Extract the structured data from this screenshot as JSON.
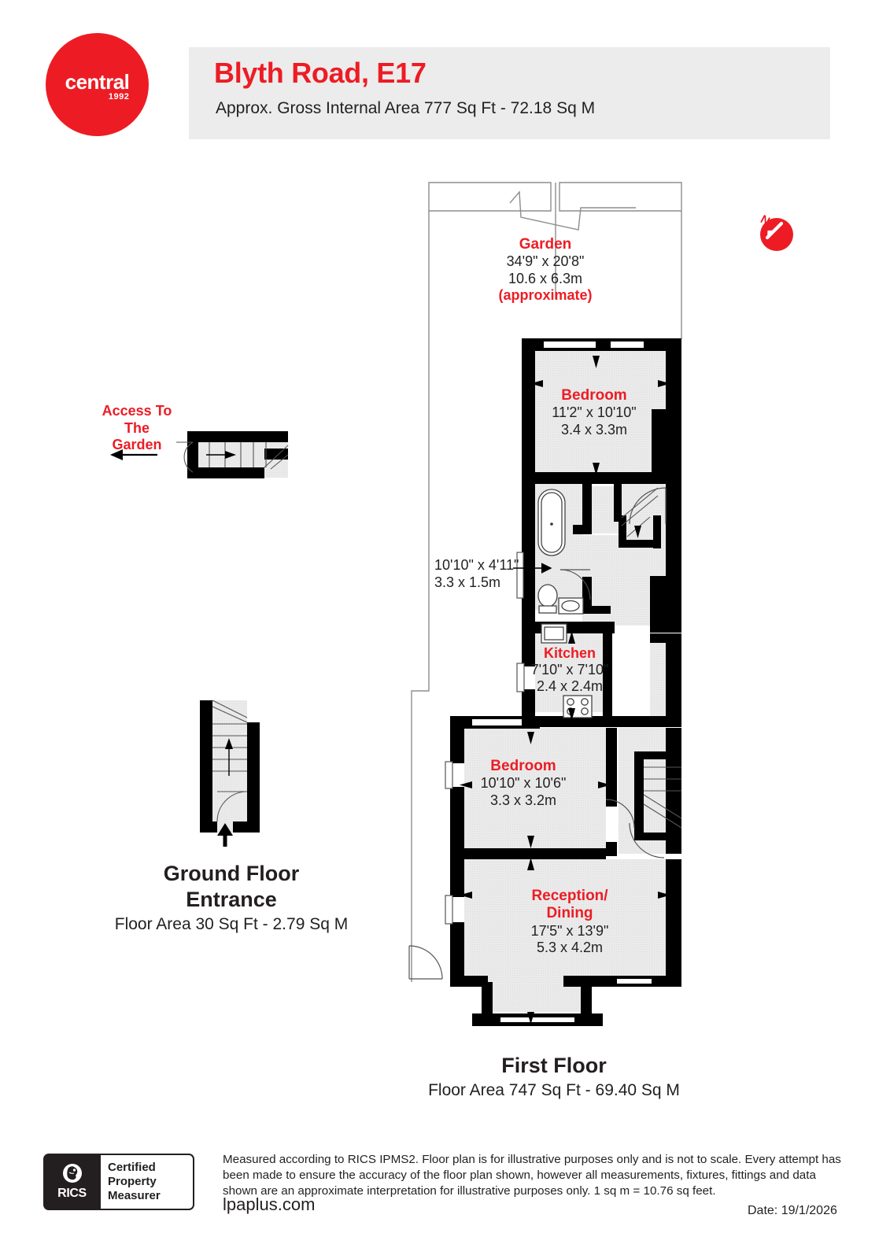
{
  "brand": {
    "logo_word": "central",
    "logo_year": "1992"
  },
  "header": {
    "title": "Blyth Road, E17",
    "subtitle": "Approx. Gross Internal Area 777 Sq Ft - 72.18 Sq M"
  },
  "compass": {
    "label": "N"
  },
  "rooms": {
    "garden": {
      "name": "Garden",
      "dim_imperial": "34'9\" x 20'8\"",
      "dim_metric": "10.6 x 6.3m",
      "note": "(approximate)"
    },
    "bedroom_rear": {
      "name": "Bedroom",
      "dim_imperial": "11'2\" x 10'10\"",
      "dim_metric": "3.4 x 3.3m"
    },
    "bathroom": {
      "dim_imperial": "10'10\" x 4'11\"",
      "dim_metric": "3.3 x 1.5m"
    },
    "kitchen": {
      "name": "Kitchen",
      "dim_imperial": "7'10\" x 7'10\"",
      "dim_metric": "2.4 x 2.4m"
    },
    "bedroom_front": {
      "name": "Bedroom",
      "dim_imperial": "10'10\" x 10'6\"",
      "dim_metric": "3.3 x 3.2m"
    },
    "reception": {
      "name_line1": "Reception/",
      "name_line2": "Dining",
      "dim_imperial": "17'5\" x 13'9\"",
      "dim_metric": "5.3 x 4.2m"
    }
  },
  "annotations": {
    "access_to_garden": "Access To\nThe\nGarden"
  },
  "floors": {
    "ground": {
      "title_line1": "Ground Floor",
      "title_line2": "Entrance",
      "area": "Floor Area 30 Sq Ft - 2.79 Sq M"
    },
    "first": {
      "title": "First Floor",
      "area": "Floor Area 747 Sq Ft - 69.40 Sq M"
    }
  },
  "footer": {
    "rics_mark": "RICS",
    "badge_line1": "Certified",
    "badge_line2": "Property",
    "badge_line3": "Measurer",
    "disclaimer": "Measured according to RICS IPMS2. Floor plan is for illustrative purposes only and is not to scale. Every attempt has been made to ensure the accuracy of the floor plan shown, however all measurements, fixtures, fittings and data shown are an approximate interpretation for illustrative purposes only. 1 sq m = 10.76 sq feet.",
    "website": "lpaplus.com",
    "date": "Date: 19/1/2026"
  },
  "colors": {
    "accent_red": "#ED1C24",
    "wall_black": "#000000",
    "room_fill": "#E8E8E8",
    "header_band": "#ECECEC"
  }
}
